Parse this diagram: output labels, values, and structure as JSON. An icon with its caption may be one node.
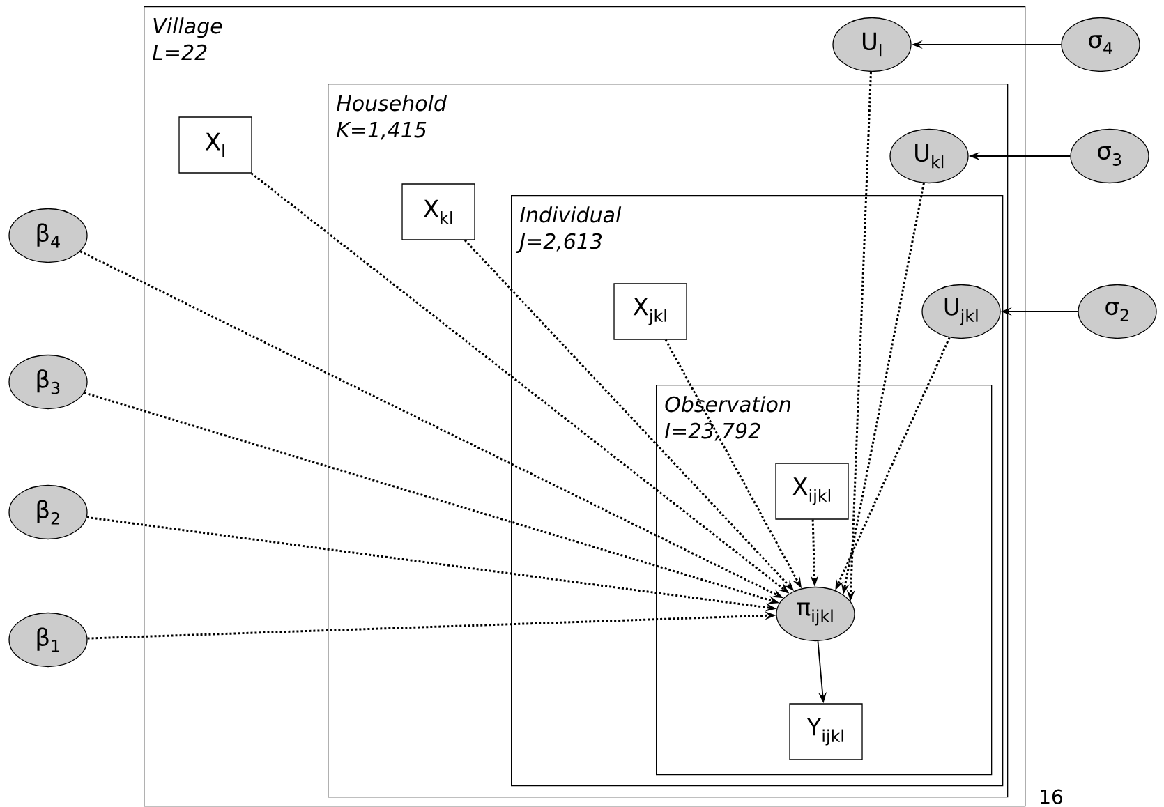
{
  "diagram": {
    "nodes": [
      {
        "text": [
          "Village",
          "L=22"
        ]
      },
      {
        "text": [
          "U$_{l}$"
        ],
        "in": 0
      },
      {
        "text": [
          "σ$_{4}$"
        ]
      },
      {
        "text": [
          "X$_{l}$"
        ],
        "in": 0
      },
      {
        "text": [
          "Household",
          "K=1,415"
        ],
        "in": 0
      },
      {
        "text": [
          "U$_{kl}$"
        ],
        "in": 4
      },
      {
        "text": [
          "σ$_{3}$"
        ]
      },
      {
        "text": [
          "X$_{kl}$"
        ],
        "in": 4
      },
      {
        "text": [
          "Individual",
          "J=2,613"
        ],
        "in": 4
      },
      {
        "text": [
          "U$_{jkl}$"
        ],
        "in": 8
      },
      {
        "text": [
          "σ$_{2}$"
        ]
      },
      {
        "text": [
          "X$_{jkl}$"
        ],
        "in": 8
      },
      {
        "text": [
          "Observation",
          "I=23,792"
        ],
        "in": 8
      },
      {
        "text": [
          "X$_{ijkl}$"
        ],
        "in": 12
      },
      {
        "text": [
          "π$_{ijkl}$"
        ],
        "in": 12
      },
      {
        "text": [
          "Y$_{ijkl}$"
        ],
        "in": 12
      },
      {
        "text": [
          "β$_{4}$"
        ]
      },
      {
        "text": [
          "β$_{3}$"
        ]
      },
      {
        "text": [
          "β$_{2}$"
        ]
      },
      {
        "text": [
          "β$_{1}$"
        ]
      }
    ],
    "edges": [
      {
        "from": 2,
        "to": 1,
        "arrow": "to"
      },
      {
        "from": 6,
        "to": 5,
        "arrow": "to"
      },
      {
        "from": 10,
        "to": 9,
        "arrow": "to"
      },
      {
        "from": 3,
        "to": 14,
        "arrow": "to",
        "style": "dashed"
      },
      {
        "from": 7,
        "to": 14,
        "arrow": "to",
        "style": "dashed"
      },
      {
        "from": 11,
        "to": 14,
        "arrow": "to",
        "style": "dashed"
      },
      {
        "from": 13,
        "to": 14,
        "arrow": "to",
        "style": "dashed"
      },
      {
        "from": 1,
        "to": 14,
        "arrow": "to",
        "style": "dashed"
      },
      {
        "from": 5,
        "to": 14,
        "arrow": "to",
        "style": "dashed"
      },
      {
        "from": 9,
        "to": 14,
        "arrow": "to",
        "style": "dashed"
      },
      {
        "from": 16,
        "to": 14,
        "arrow": "to",
        "style": "dashed"
      },
      {
        "from": 17,
        "to": 14,
        "arrow": "to",
        "style": "dashed"
      },
      {
        "from": 18,
        "to": 14,
        "arrow": "to",
        "style": "dashed"
      },
      {
        "from": 19,
        "to": 14,
        "arrow": "to",
        "style": "dashed"
      },
      {
        "from": 14,
        "to": 15,
        "arrow": "to"
      }
    ],
    "labels": [
      "16"
    ]
  }
}
